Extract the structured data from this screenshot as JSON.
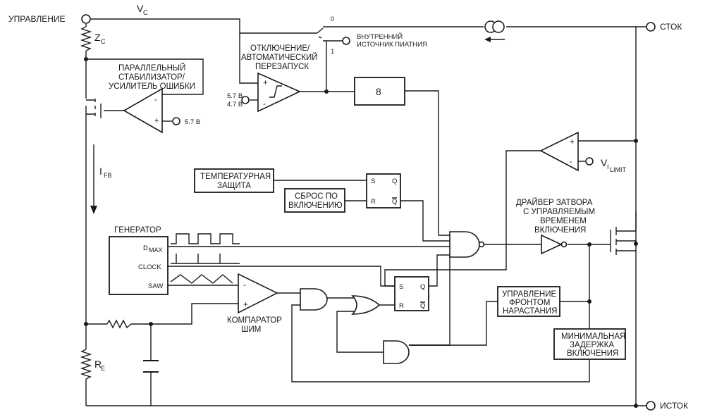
{
  "pins": {
    "control": "УПРАВЛЕНИЕ",
    "drain": "СТОК",
    "source": "ИСТОК"
  },
  "labels": {
    "vc": "V",
    "vc_sub": "C",
    "zc": "Z",
    "zc_sub": "C",
    "re": "R",
    "re_sub": "E",
    "ifb": "I",
    "ifb_sub": "FB",
    "shunt_line1": "ПАРАЛЛЕЛЬНЫЙ",
    "shunt_line2": "СТАБИЛИЗАТОР/",
    "shunt_line3": "УСИЛИТЕЛЬ ОШИБКИ",
    "shunt_ref": "5.7 В",
    "shutdown_line1": "ОТКЛЮЧЕНИЕ/",
    "shutdown_line2": "АВТОМАТИЧЕСКИЙ",
    "shutdown_line3": "ПЕРЕЗАПУСК",
    "hyst_v1": "5.7 В",
    "hyst_v2": "4.7 В",
    "switch_0": "0",
    "switch_1": "1",
    "internal_line1": "ВНУТРЕННИЙ",
    "internal_line2": "ИСТОЧНИК ПИАТНИЯ",
    "counter": "8",
    "ilimit_v": "V",
    "ilimit_sub": "I",
    "ilimit_subsub": "LIMIT",
    "thermal_line1": "ТЕМПЕРАТУРНАЯ",
    "thermal_line2": "ЗАЩИТА",
    "reset_line1": "СБРОС ПО",
    "reset_line2": "ВКЛЮЧЕНИЮ",
    "osc_title": "ГЕНЕРАТОР",
    "osc_dmax": "D",
    "osc_dmax_sub": "MAX",
    "osc_clock": "CLOCK",
    "osc_saw": "SAW",
    "pwm_line1": "КОМПАРАТОР",
    "pwm_line2": "ШИМ",
    "driver_line1": "ДРАЙВЕР ЗАТВОРА",
    "driver_line2": "С УПРАВЛЯЕМЫМ",
    "driver_line3": "ВРЕМЕНЕМ",
    "driver_line4": "ВКЛЮЧЕНИЯ",
    "edge_line1": "УПРАВЛЕНИЕ",
    "edge_line2": "ФРОНТОМ",
    "edge_line3": "НАРАСТАНИЯ",
    "blank_line1": "МИНИМАЛЬНАЯ",
    "blank_line2": "ЗАДЕРЖКА",
    "blank_line3": "ВКЛЮЧЕНИЯ",
    "ff_s": "S",
    "ff_r": "R",
    "ff_q": "Q",
    "ff_qbar": "Q",
    "plus": "+",
    "minus": "-"
  }
}
